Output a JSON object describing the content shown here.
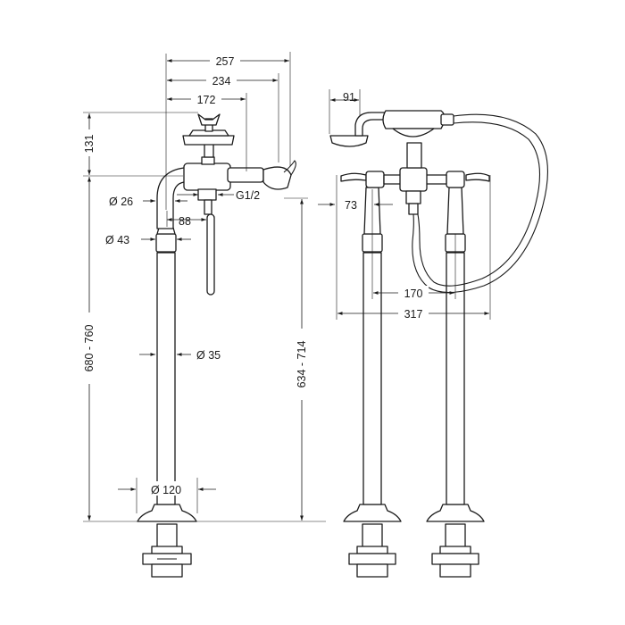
{
  "dimensions": {
    "width_257": "257",
    "width_234": "234",
    "width_172": "172",
    "width_91": "91",
    "height_131": "131",
    "pipe_dia_26": "Ø 26",
    "thread": "G1/2",
    "offset_88": "88",
    "pipe_dia_43": "Ø 43",
    "column_dia_35": "Ø 35",
    "height_680_760": "680 - 760",
    "height_634_714": "634 - 714",
    "base_dia_120": "Ø 120",
    "offset_73": "73",
    "spacing_170": "170",
    "width_317": "317"
  },
  "colors": {
    "line": "#1a1a1a",
    "background": "#ffffff"
  }
}
